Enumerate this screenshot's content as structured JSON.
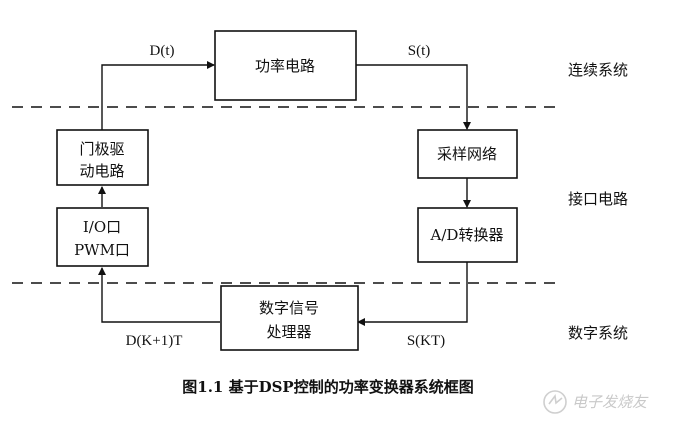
{
  "blocks": {
    "power_circuit": "功率电路",
    "gate_driver_line1": "门极驱",
    "gate_driver_line2": "动电路",
    "sampling_network": "采样网络",
    "io_port_line1": "I/O口",
    "io_port_line2": "PWM口",
    "ad_converter": "A/D转换器",
    "dsp_line1": "数字信号",
    "dsp_line2": "处理器"
  },
  "signals": {
    "dt": "D(t)",
    "st": "S(t)",
    "skt": "S(KT)",
    "dk1t": "D(K+1)T"
  },
  "regions": {
    "continuous": "连续系统",
    "interface": "接口电路",
    "digital": "数字系统"
  },
  "caption": "图1.1 基于DSP控制的功率变换器系统框图",
  "watermark": "电子发烧友"
}
